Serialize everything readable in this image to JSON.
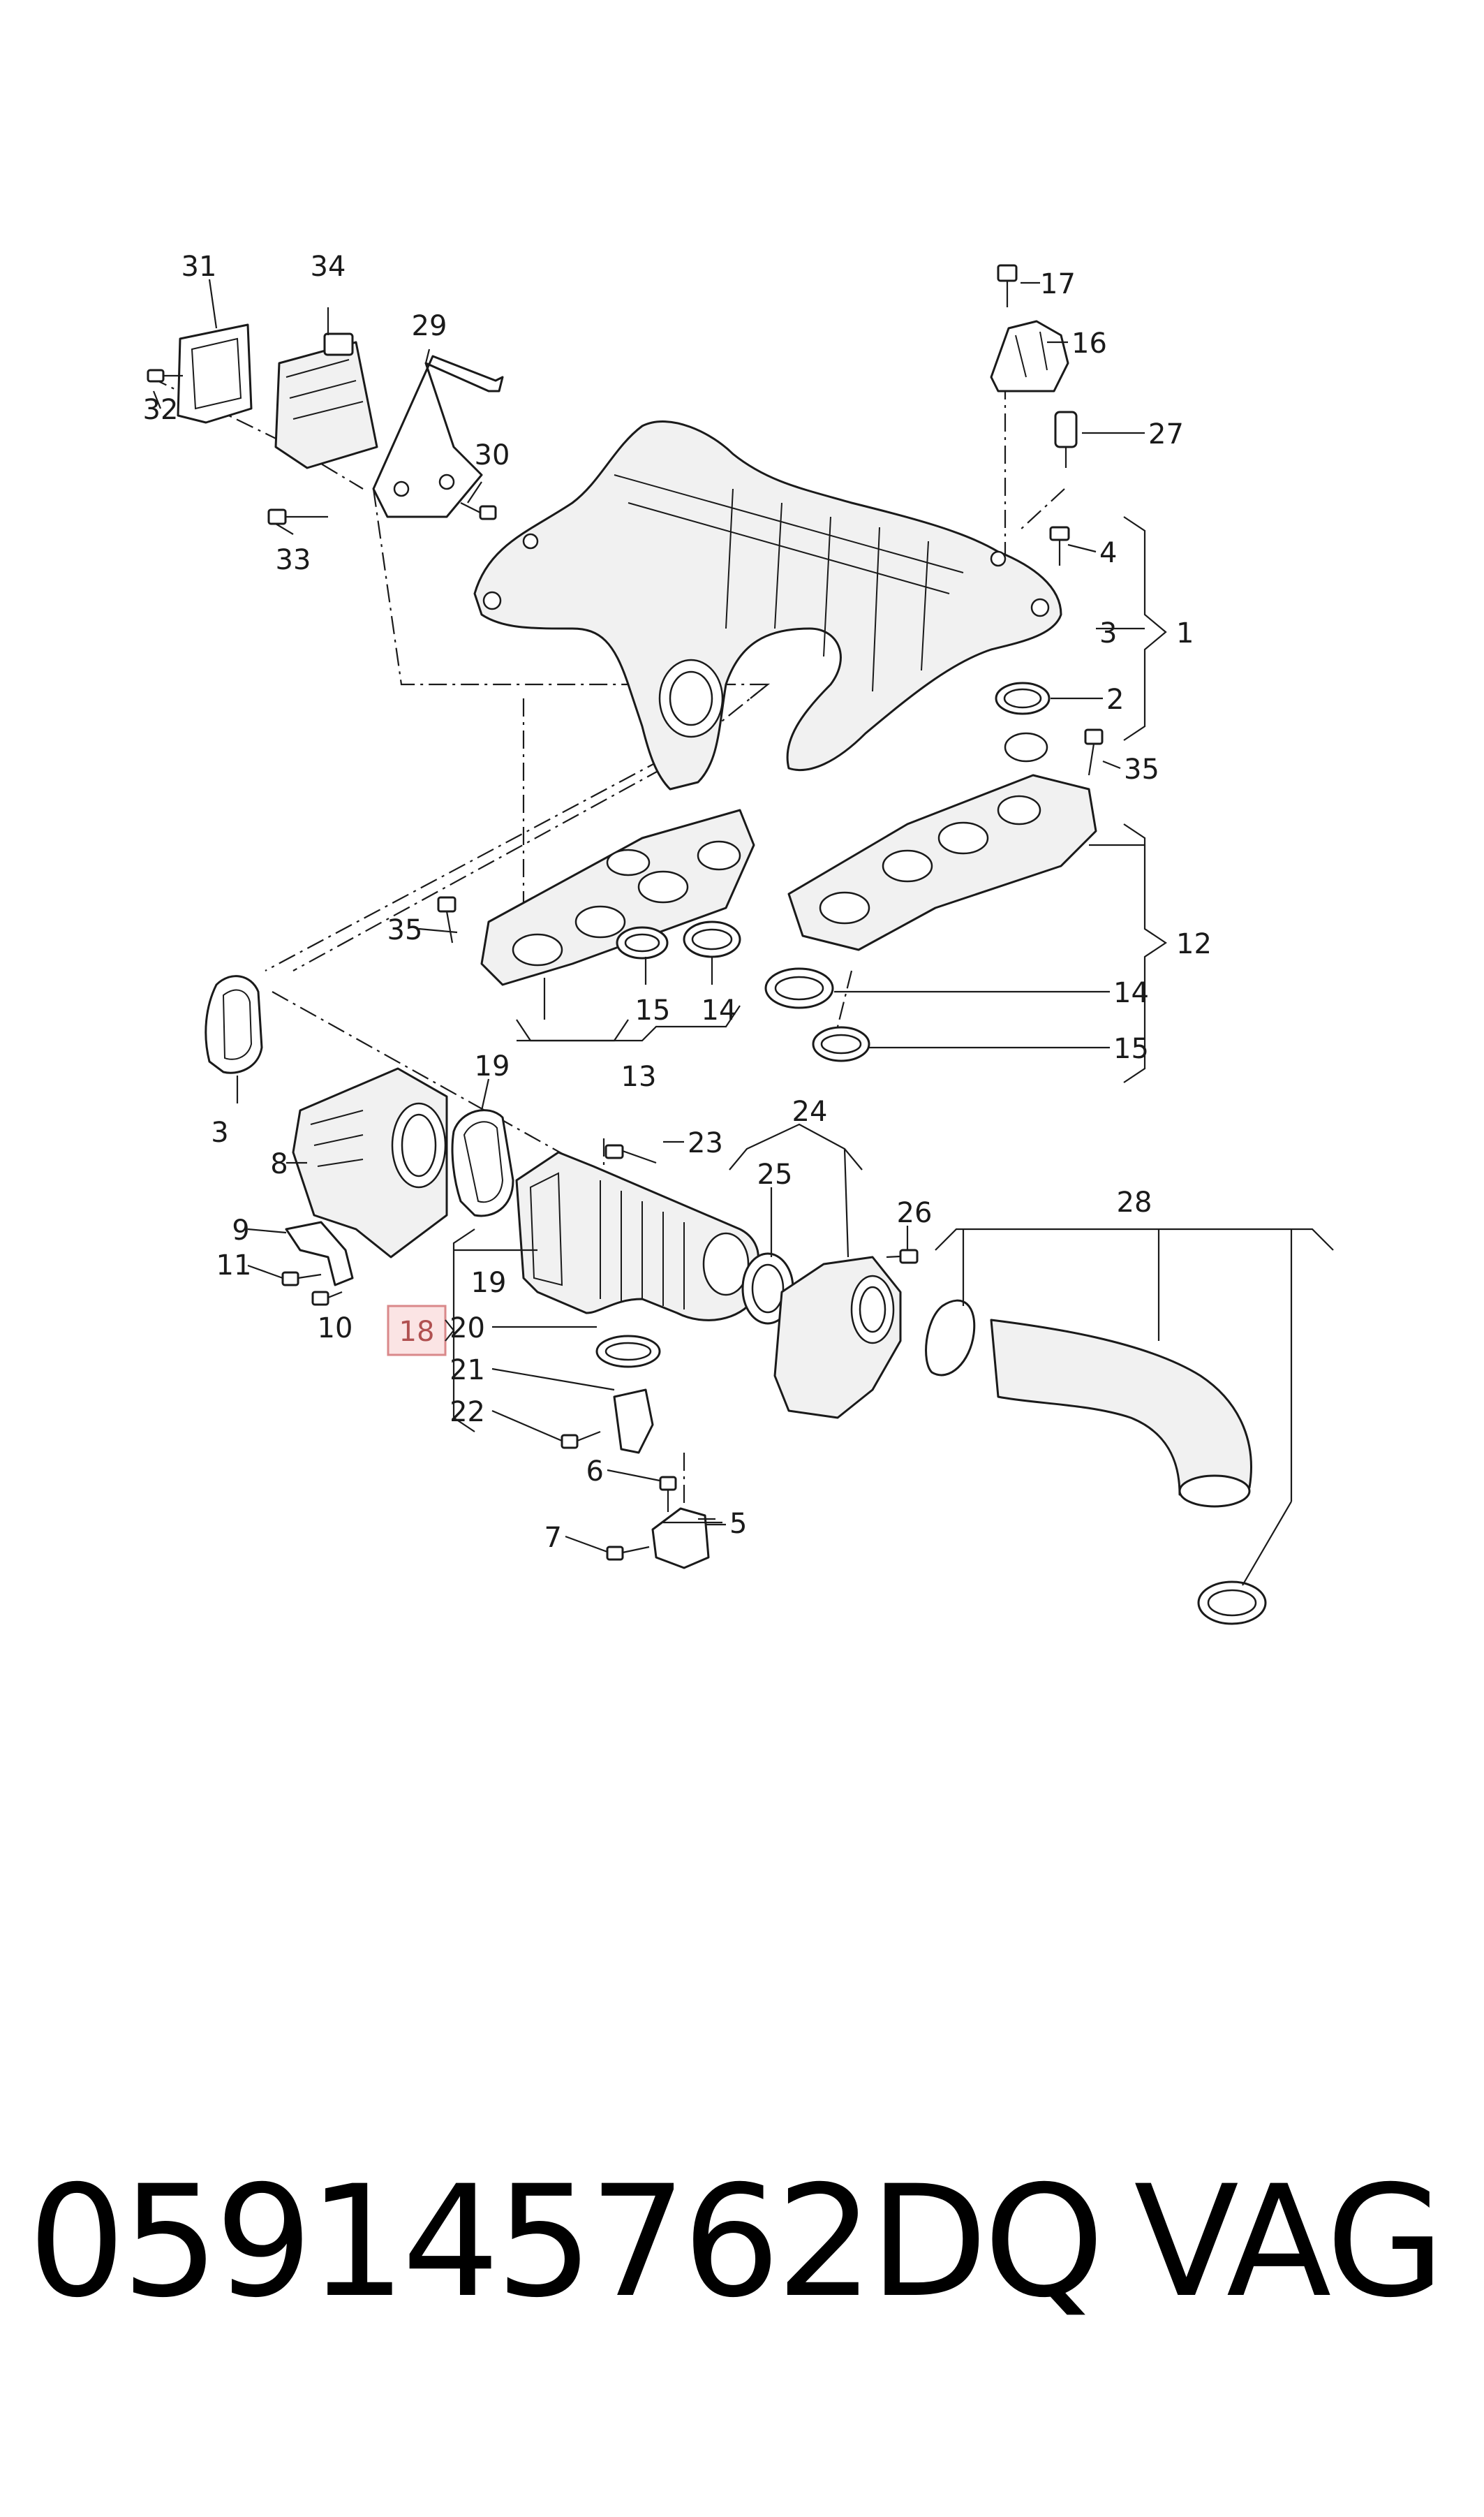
{
  "callouts": {
    "c1": "1",
    "c2": "2",
    "c3a": "3",
    "c3b": "3",
    "c4": "4",
    "c5": "5",
    "c6": "6",
    "c7": "7",
    "c8": "8",
    "c9": "9",
    "c10": "10",
    "c11": "11",
    "c12": "12",
    "c13": "13",
    "c14a": "14",
    "c14b": "14",
    "c15a": "15",
    "c15b": "15",
    "c16": "16",
    "c17": "17",
    "c18": "18",
    "c19a": "19",
    "c19b": "19",
    "c20": "20",
    "c21": "21",
    "c22": "22",
    "c23": "23",
    "c24": "24",
    "c25": "25",
    "c26": "26",
    "c27": "27",
    "c28": "28",
    "c29": "29",
    "c30": "30",
    "c31": "31",
    "c32": "32",
    "c33": "33",
    "c34": "34",
    "c35a": "35",
    "c35b": "35"
  },
  "highlight": {
    "label": "18",
    "color": "#d9888a"
  },
  "footer": {
    "part_number": "059145762DQ",
    "brand": "VAG"
  }
}
